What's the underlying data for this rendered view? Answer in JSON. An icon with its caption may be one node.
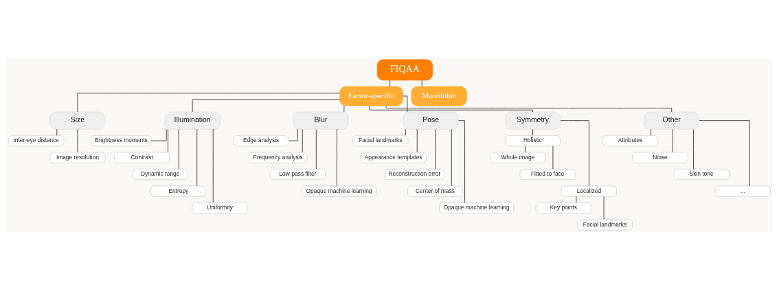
{
  "diagram": {
    "nodes": [
      {
        "text": [
          "FIQAA"
        ]
      },
      {
        "text": [
          "Factor-specific"
        ]
      },
      {
        "text": [
          "Monolithic"
        ]
      },
      {
        "text": [
          "Size"
        ]
      },
      {
        "text": [
          "Illumination"
        ]
      },
      {
        "text": [
          "Blur"
        ]
      },
      {
        "text": [
          "Pose"
        ]
      },
      {
        "text": [
          "Symmetry"
        ]
      },
      {
        "text": [
          "Other"
        ]
      },
      {
        "text": [
          "Inter-eye distance"
        ]
      },
      {
        "text": [
          "Image resolution"
        ]
      },
      {
        "text": [
          "Brightness moments"
        ]
      },
      {
        "text": [
          "Contrast"
        ]
      },
      {
        "text": [
          "Dynamic range"
        ]
      },
      {
        "text": [
          "Entropy"
        ]
      },
      {
        "text": [
          "Uniformity"
        ]
      },
      {
        "text": [
          "Edge analysis"
        ]
      },
      {
        "text": [
          "Frequency analysis"
        ]
      },
      {
        "text": [
          "Low-pass filter"
        ]
      },
      {
        "text": [
          "Opaque machine learning"
        ]
      },
      {
        "text": [
          "Facial landmarks"
        ]
      },
      {
        "text": [
          "Appearance templates"
        ]
      },
      {
        "text": [
          "Reconstruction error"
        ]
      },
      {
        "text": [
          "Center of mass"
        ]
      },
      {
        "text": [
          "Opaque machine learning"
        ]
      },
      {
        "text": [
          "Holistic"
        ]
      },
      {
        "text": [
          "Whole image"
        ]
      },
      {
        "text": [
          "Fitted to face"
        ]
      },
      {
        "text": [
          "Localized"
        ]
      },
      {
        "text": [
          "Key points"
        ]
      },
      {
        "text": [
          "Facial landmarks"
        ]
      },
      {
        "text": [
          "Attributes"
        ]
      },
      {
        "text": [
          "Noise"
        ]
      },
      {
        "text": [
          "Skin tone"
        ]
      },
      {
        "text": [
          "..."
        ]
      }
    ],
    "edges": [
      {
        "from": 0,
        "to": 1,
        "arrow": "none"
      },
      {
        "from": 0,
        "to": 2,
        "arrow": "none"
      },
      {
        "from": 1,
        "to": 3,
        "arrow": "none"
      },
      {
        "from": 1,
        "to": 4,
        "arrow": "none"
      },
      {
        "from": 1,
        "to": 5,
        "arrow": "none"
      },
      {
        "from": 1,
        "to": 6,
        "arrow": "none"
      },
      {
        "from": 1,
        "to": 7,
        "arrow": "none"
      },
      {
        "from": 1,
        "to": 8,
        "arrow": "none"
      },
      {
        "from": 3,
        "to": 9,
        "arrow": "none"
      },
      {
        "from": 3,
        "to": 10,
        "arrow": "none"
      },
      {
        "from": 4,
        "to": 11,
        "arrow": "none"
      },
      {
        "from": 4,
        "to": 12,
        "arrow": "none"
      },
      {
        "from": 4,
        "to": 13,
        "arrow": "none"
      },
      {
        "from": 4,
        "to": 14,
        "arrow": "none"
      },
      {
        "from": 4,
        "to": 15,
        "arrow": "none"
      },
      {
        "from": 5,
        "to": 16,
        "arrow": "none"
      },
      {
        "from": 5,
        "to": 17,
        "arrow": "none"
      },
      {
        "from": 5,
        "to": 18,
        "arrow": "none"
      },
      {
        "from": 5,
        "to": 19,
        "arrow": "none"
      },
      {
        "from": 6,
        "to": 20,
        "arrow": "none"
      },
      {
        "from": 6,
        "to": 21,
        "arrow": "none"
      },
      {
        "from": 6,
        "to": 22,
        "arrow": "none"
      },
      {
        "from": 6,
        "to": 23,
        "arrow": "none"
      },
      {
        "from": 6,
        "to": 24,
        "arrow": "none"
      },
      {
        "from": 7,
        "to": 25,
        "arrow": "none"
      },
      {
        "from": 7,
        "to": 28,
        "arrow": "none"
      },
      {
        "from": 25,
        "to": 26,
        "arrow": "none"
      },
      {
        "from": 25,
        "to": 27,
        "arrow": "none"
      },
      {
        "from": 28,
        "to": 29,
        "arrow": "none"
      },
      {
        "from": 28,
        "to": 30,
        "arrow": "none"
      },
      {
        "from": 8,
        "to": 31,
        "arrow": "none"
      },
      {
        "from": 8,
        "to": 32,
        "arrow": "none"
      },
      {
        "from": 8,
        "to": 33,
        "arrow": "none"
      },
      {
        "from": 8,
        "to": 34,
        "arrow": "none"
      }
    ]
  }
}
